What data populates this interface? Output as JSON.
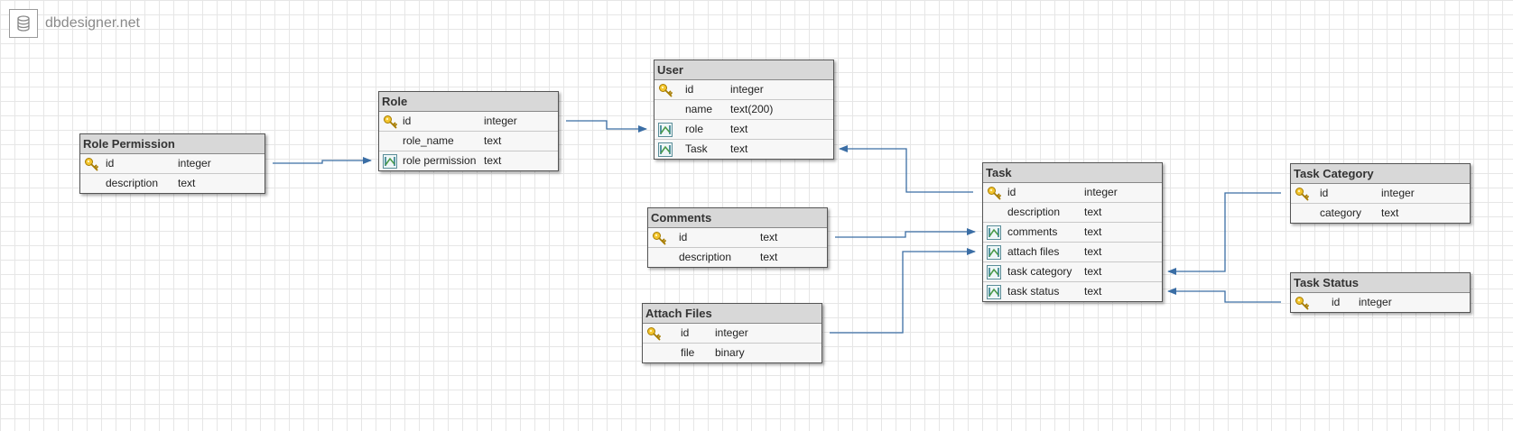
{
  "brand": {
    "name": "dbdesigner.net",
    "icon": "database-icon"
  },
  "colors": {
    "link": "#3b6ea5",
    "header": "#d8d8d8",
    "body": "#f7f7f7",
    "key": "#e2b400",
    "fk": "#2f7d8c"
  },
  "tables": [
    {
      "id": "role_permission",
      "title": "Role Permission",
      "fields": [
        {
          "name": "id",
          "type": "integer",
          "icon": "key-icon"
        },
        {
          "name": "description",
          "type": "text",
          "icon": ""
        }
      ]
    },
    {
      "id": "role",
      "title": "Role",
      "fields": [
        {
          "name": "id",
          "type": "integer",
          "icon": "key-icon"
        },
        {
          "name": "role_name",
          "type": "text",
          "icon": ""
        },
        {
          "name": "role permission",
          "type": "text",
          "icon": "foreign-key-icon"
        }
      ]
    },
    {
      "id": "user",
      "title": "User",
      "fields": [
        {
          "name": "id",
          "type": "integer",
          "icon": "key-icon"
        },
        {
          "name": "name",
          "type": "text(200)",
          "icon": ""
        },
        {
          "name": "role",
          "type": "text",
          "icon": "foreign-key-icon"
        },
        {
          "name": "Task",
          "type": "text",
          "icon": "foreign-key-icon"
        }
      ]
    },
    {
      "id": "comments",
      "title": "Comments",
      "fields": [
        {
          "name": "id",
          "type": "text",
          "icon": "key-icon"
        },
        {
          "name": "description",
          "type": "text",
          "icon": ""
        }
      ]
    },
    {
      "id": "attach_files",
      "title": "Attach Files",
      "fields": [
        {
          "name": "id",
          "type": "integer",
          "icon": "key-icon"
        },
        {
          "name": "file",
          "type": "binary",
          "icon": ""
        }
      ]
    },
    {
      "id": "task",
      "title": "Task",
      "fields": [
        {
          "name": "id",
          "type": "integer",
          "icon": "key-icon"
        },
        {
          "name": "description",
          "type": "text",
          "icon": ""
        },
        {
          "name": "comments",
          "type": "text",
          "icon": "foreign-key-icon"
        },
        {
          "name": "attach files",
          "type": "text",
          "icon": "foreign-key-icon"
        },
        {
          "name": "task category",
          "type": "text",
          "icon": "foreign-key-icon"
        },
        {
          "name": "task status",
          "type": "text",
          "icon": "foreign-key-icon"
        }
      ]
    },
    {
      "id": "task_category",
      "title": "Task Category",
      "fields": [
        {
          "name": "id",
          "type": "integer",
          "icon": "key-icon"
        },
        {
          "name": "category",
          "type": "text",
          "icon": ""
        }
      ]
    },
    {
      "id": "task_status",
      "title": "Task Status",
      "fields": [
        {
          "name": "id",
          "type": "integer",
          "icon": "key-icon"
        }
      ]
    }
  ],
  "relations": [
    {
      "from": "role_permission",
      "to": "role.role permission"
    },
    {
      "from": "role",
      "to": "user.role"
    },
    {
      "from": "task",
      "to": "user.Task"
    },
    {
      "from": "comments",
      "to": "task.comments"
    },
    {
      "from": "attach_files",
      "to": "task.attach files"
    },
    {
      "from": "task_category",
      "to": "task.task category"
    },
    {
      "from": "task_status",
      "to": "task.task status"
    }
  ]
}
